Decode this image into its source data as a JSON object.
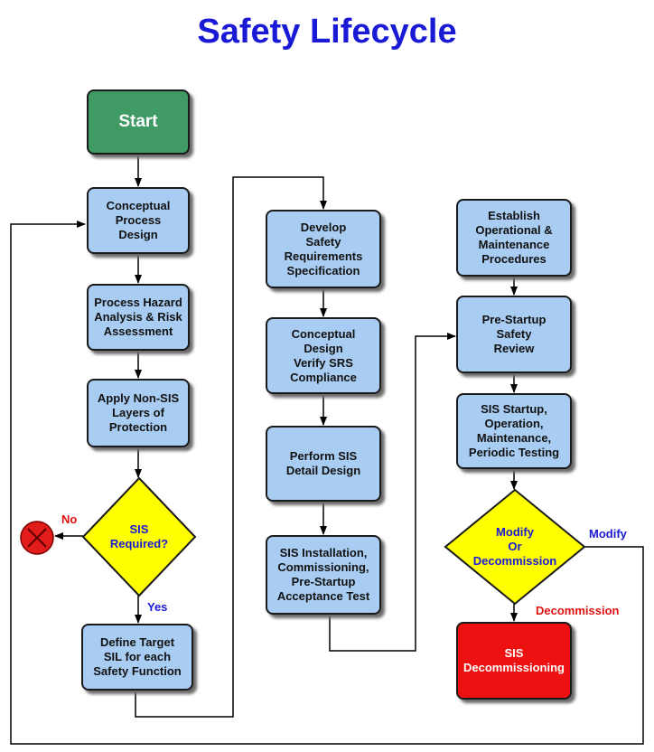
{
  "title": "Safety Lifecycle",
  "colors": {
    "title": "#1a1ad6",
    "process_box": "#a9cdf2",
    "start_box": "#3f9a63",
    "end_box": "#ee1111",
    "decision": "#ffff00",
    "label_blue": "#1a1ad6",
    "label_red": "#e01010",
    "stop_icon": "#e21b1b"
  },
  "nodes": {
    "start": "Start",
    "conceptual_process_design": "Conceptual\nProcess\nDesign",
    "process_hazard_analysis": "Process Hazard\nAnalysis & Risk\nAssessment",
    "apply_non_sis": "Apply Non-SIS\nLayers of\nProtection",
    "sis_required": "SIS\nRequired?",
    "define_target_sil": "Define Target\nSIL for each\nSafety Function",
    "develop_srs": "Develop\nSafety\nRequirements\nSpecification",
    "conceptual_design_verify": "Conceptual\nDesign\nVerify SRS\nCompliance",
    "perform_sis_detail": "Perform SIS\nDetail Design",
    "sis_installation": "SIS Installation,\nCommissioning,\nPre-Startup\nAcceptance Test",
    "establish_procedures": "Establish\nOperational &\nMaintenance\nProcedures",
    "pre_startup_review": "Pre-Startup\nSafety\nReview",
    "sis_startup_operation": "SIS Startup,\nOperation,\nMaintenance,\nPeriodic Testing",
    "modify_or_decommission": "Modify\nOr\nDecommission",
    "sis_decommissioning": "SIS\nDecommissioning"
  },
  "edge_labels": {
    "no": "No",
    "yes": "Yes",
    "modify": "Modify",
    "decommission": "Decommission"
  },
  "icons": {
    "stop": "stop-x-icon"
  }
}
